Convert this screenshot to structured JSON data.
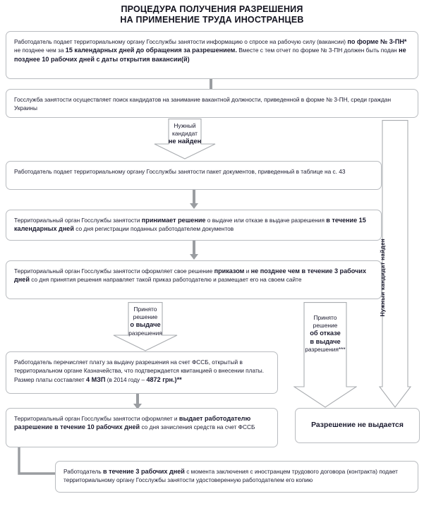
{
  "title": {
    "line1": "ПРОЦЕДУРА ПОЛУЧЕНИЯ РАЗРЕШЕНИЯ",
    "line2": "НА ПРИМЕНЕНИЕ ТРУДА ИНОСТРАНЦЕВ"
  },
  "colors": {
    "box_border": "#b9bcc0",
    "arrow_gray": "#9a9da1",
    "arrow_outline": "#a9acb0",
    "text": "#1a1a2e",
    "background": "#ffffff"
  },
  "boxes": {
    "step1": {
      "name": "employer-submits-vacancy-info",
      "p1_a": "Работодатель подает территориальному органу Госслужбы занятости информацию о спросе на рабочую силу (вакансии) ",
      "p1_b": "по форме № 3-ПН*",
      "p1_c": " не позднее чем за ",
      "p1_d": "15 календарных дней до обращения за разрешением.",
      "p1_e": " Вместе с тем отчет по форме № 3-ПН должен быть подан ",
      "p1_f": "не позднее 10 рабочих дней с даты открытия вакансии(й)"
    },
    "step2": {
      "name": "employment-service-searches-candidates",
      "p1": "Госслужба занятости осуществляет поиск кандидатов на занимание вакантной должности, приведенной в форме № 3-ПН, среди граждан Украины"
    },
    "step3": {
      "name": "employer-submits-document-package",
      "p1": "Работодатель подает территориальному органу Госслужбы занятости пакет документов, приведенный в таблице на с. 43"
    },
    "step4": {
      "name": "territorial-body-makes-decision",
      "p1_a": "Территориальный орган Госслужбы занятости ",
      "p1_b": "принимает решение",
      "p1_c": " о выдаче или отказе в выдаче разрешения ",
      "p1_d": "в течение 15 календарных дней",
      "p1_e": " со дня регистрации поданных работодателем документов"
    },
    "step5": {
      "name": "decision-formalized-by-order",
      "p1_a": "Территориальный орган Госслужбы занятости оформляет свое решение ",
      "p1_b": "приказом",
      "p1_c": " и ",
      "p1_d": "не позднее чем в течение 3 рабочих дней",
      "p1_e": " со дня принятия решения направляет такой приказ работодателю и размещает его на своем сайте"
    },
    "step6": {
      "name": "employer-pays-fee",
      "p1_a": "Работодатель перечисляет плату за выдачу разрешения на счет ФССБ, открытый в территориальном органе Казначейства, что подтверждается квитанцией о внесении платы. Размер платы составляет ",
      "p1_b": "4 МЗП",
      "p1_c": " (в 2014 году – ",
      "p1_d": "4872 грн.)**"
    },
    "step7": {
      "name": "permit-issued-to-employer",
      "p1_a": "Территориальный орган Госслужбы занятости оформляет и ",
      "p1_b": "выдает работодателю разрешение в течение 10 рабочих дней",
      "p1_c": " со дня зачисления средств на счет ФССБ"
    },
    "step8": {
      "name": "permit-not-issued",
      "p1": "Разрешение не выдается"
    },
    "step9": {
      "name": "employer-submits-contract-copy",
      "p1_a": "Работодатель ",
      "p1_b": "в течение 3 рабочих дней",
      "p1_c": " с момента заключения с иностранцем трудового договора (контракта) подает территориальному органу Госслужбы занятости удостоверенную работодателем его копию"
    }
  },
  "decision_arrows": {
    "candidate_not_found": {
      "name": "candidate-not-found-arrow",
      "l1": "Нужный",
      "l2": "кандидат",
      "l3": "не найден"
    },
    "decision_grant": {
      "name": "decision-grant-permit-arrow",
      "l1": "Принято",
      "l2": "решение",
      "l3": "о выдаче",
      "l4": "разрешения"
    },
    "decision_refuse": {
      "name": "decision-refuse-permit-arrow",
      "l1": "Принято",
      "l2": "решение",
      "l3": "об отказе",
      "l4": "в выдаче",
      "l5": "разрешения***"
    },
    "candidate_found": {
      "name": "candidate-found-arrow",
      "label": "Нужный кандидат найден"
    }
  }
}
